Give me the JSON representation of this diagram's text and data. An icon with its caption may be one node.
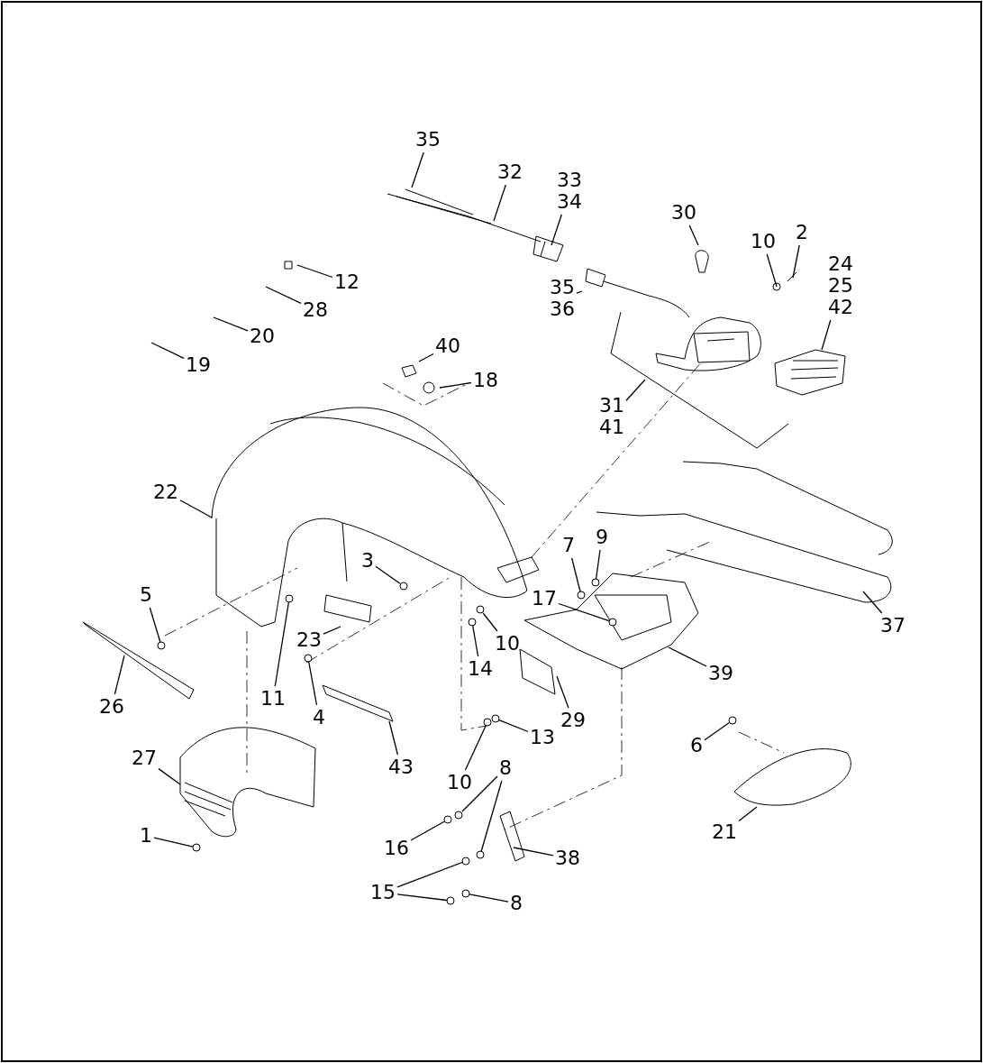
{
  "diagram": {
    "nodes": [
      {
        "text": [
          "35"
        ]
      },
      {
        "text": [
          "32"
        ]
      },
      {
        "text": [
          "33",
          "34"
        ]
      },
      {
        "text": [
          "30"
        ]
      },
      {
        "text": [
          "10"
        ]
      },
      {
        "text": [
          "2"
        ]
      },
      {
        "text": [
          "24",
          "25",
          "42"
        ]
      },
      {
        "text": [
          "12"
        ]
      },
      {
        "text": [
          "28"
        ]
      },
      {
        "text": [
          "35",
          "36"
        ]
      },
      {
        "text": [
          "20"
        ]
      },
      {
        "text": [
          "19"
        ]
      },
      {
        "text": [
          "40"
        ]
      },
      {
        "text": [
          "18"
        ]
      },
      {
        "text": [
          "31",
          "41"
        ]
      },
      {
        "text": [
          "22"
        ]
      },
      {
        "text": [
          "7"
        ]
      },
      {
        "text": [
          "9"
        ]
      },
      {
        "text": [
          "3"
        ]
      },
      {
        "text": [
          "17"
        ]
      },
      {
        "text": [
          "5"
        ]
      },
      {
        "text": [
          "37"
        ]
      },
      {
        "text": [
          "23"
        ]
      },
      {
        "text": [
          "10"
        ]
      },
      {
        "text": [
          "14"
        ]
      },
      {
        "text": [
          "39"
        ]
      },
      {
        "text": [
          "11"
        ]
      },
      {
        "text": [
          "4"
        ]
      },
      {
        "text": [
          "26"
        ]
      },
      {
        "text": [
          "29"
        ]
      },
      {
        "text": [
          "13"
        ]
      },
      {
        "text": [
          "6"
        ]
      },
      {
        "text": [
          "43"
        ]
      },
      {
        "text": [
          "10"
        ]
      },
      {
        "text": [
          "8"
        ]
      },
      {
        "text": [
          "27"
        ]
      },
      {
        "text": [
          "21"
        ]
      },
      {
        "text": [
          "16"
        ]
      },
      {
        "text": [
          "38"
        ]
      },
      {
        "text": [
          "1"
        ]
      },
      {
        "text": [
          "15"
        ]
      },
      {
        "text": [
          "8"
        ]
      },
      {
        "text": [],
        "shape": "circle"
      },
      {
        "text": [],
        "shape": "circle"
      },
      {
        "text": [],
        "shape": "circle"
      },
      {
        "text": [],
        "shape": "circle"
      },
      {
        "text": [],
        "shape": "circle"
      },
      {
        "text": [],
        "shape": "circle"
      },
      {
        "text": [],
        "shape": "circle"
      },
      {
        "text": [],
        "shape": "circle"
      },
      {
        "text": [],
        "shape": "circle"
      },
      {
        "text": [],
        "shape": "circle"
      },
      {
        "text": [],
        "shape": "circle"
      },
      {
        "text": [],
        "shape": "circle"
      },
      {
        "text": [],
        "shape": "circle"
      },
      {
        "text": [],
        "shape": "circle"
      },
      {
        "text": [],
        "shape": "circle"
      },
      {
        "text": [],
        "shape": "circle"
      },
      {
        "text": [],
        "shape": "circle"
      },
      {
        "text": [],
        "shape": "circle"
      },
      {
        "text": [],
        "shape": "circle"
      }
    ],
    "edges": [
      {
        "from": 0,
        "to": null,
        "arrow": "none"
      },
      {
        "from": 1,
        "to": null,
        "arrow": "none"
      },
      {
        "from": 2,
        "to": null,
        "arrow": "none"
      },
      {
        "from": 3,
        "to": null,
        "arrow": "none"
      },
      {
        "from": 4,
        "to": null,
        "arrow": "none"
      },
      {
        "from": 5,
        "to": null,
        "arrow": "none"
      },
      {
        "from": 6,
        "to": null,
        "arrow": "none"
      },
      {
        "from": 7,
        "to": null,
        "arrow": "none"
      },
      {
        "from": 8,
        "to": null,
        "arrow": "none"
      },
      {
        "from": 9,
        "to": null,
        "arrow": "none"
      },
      {
        "from": 10,
        "to": null,
        "arrow": "none"
      },
      {
        "from": 11,
        "to": null,
        "arrow": "none"
      },
      {
        "from": 12,
        "to": null,
        "arrow": "none"
      },
      {
        "from": 13,
        "to": null,
        "arrow": "none"
      },
      {
        "from": 14,
        "to": null,
        "arrow": "none"
      },
      {
        "from": 15,
        "to": null,
        "arrow": "none"
      },
      {
        "from": 16,
        "to": 57,
        "arrow": "none"
      },
      {
        "from": 17,
        "to": 58,
        "arrow": "none"
      },
      {
        "from": 18,
        "to": 46,
        "arrow": "none"
      },
      {
        "from": 19,
        "to": 59,
        "arrow": "none"
      },
      {
        "from": 20,
        "to": 42,
        "arrow": "none"
      },
      {
        "from": 21,
        "to": null,
        "arrow": "none"
      },
      {
        "from": 22,
        "to": null,
        "arrow": "none"
      },
      {
        "from": 23,
        "to": 54,
        "arrow": "none"
      },
      {
        "from": 24,
        "to": 52,
        "arrow": "none"
      },
      {
        "from": 25,
        "to": null,
        "arrow": "none"
      },
      {
        "from": 26,
        "to": 44,
        "arrow": "none"
      },
      {
        "from": 27,
        "to": 45,
        "arrow": "none"
      },
      {
        "from": 28,
        "to": null,
        "arrow": "none"
      },
      {
        "from": 29,
        "to": null,
        "arrow": "none"
      },
      {
        "from": 30,
        "to": 56,
        "arrow": "none"
      },
      {
        "from": 31,
        "to": 60,
        "arrow": "none"
      },
      {
        "from": 32,
        "to": null,
        "arrow": "none"
      },
      {
        "from": 33,
        "to": 55,
        "arrow": "none"
      },
      {
        "from": 34,
        "to": 49,
        "arrow": "none"
      },
      {
        "from": 34,
        "to": 53,
        "arrow": "none"
      },
      {
        "from": 35,
        "to": null,
        "arrow": "none"
      },
      {
        "from": 36,
        "to": null,
        "arrow": "none"
      },
      {
        "from": 37,
        "to": 47,
        "arrow": "none"
      },
      {
        "from": 38,
        "to": null,
        "arrow": "none"
      },
      {
        "from": 39,
        "to": 43,
        "arrow": "none"
      },
      {
        "from": 40,
        "to": 50,
        "arrow": "none"
      },
      {
        "from": 40,
        "to": 48,
        "arrow": "none"
      },
      {
        "from": 41,
        "to": 51,
        "arrow": "none"
      }
    ]
  }
}
